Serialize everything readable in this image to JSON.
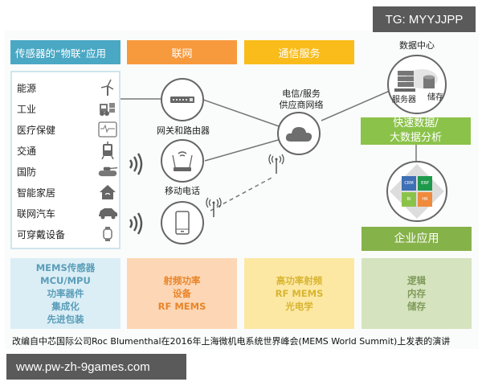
{
  "watermarks": {
    "top": "TG: MYYJJPP",
    "bottom": "www.pw-zh-9games.com"
  },
  "headers": {
    "sensor_apps": "传感器的“物联”应用",
    "networking": "联网",
    "telecom_services": "通信服务"
  },
  "applications": [
    {
      "label": "能源",
      "icon": "wind-turbine-icon"
    },
    {
      "label": "工业",
      "icon": "forklift-icon"
    },
    {
      "label": "医疗保健",
      "icon": "heart-monitor-icon"
    },
    {
      "label": "交通",
      "icon": "train-icon"
    },
    {
      "label": "国防",
      "icon": "tank-icon"
    },
    {
      "label": "智能家居",
      "icon": "smart-home-icon"
    },
    {
      "label": "联网汽车",
      "icon": "car-icon"
    },
    {
      "label": "可穿戴设备",
      "icon": "smartwatch-icon"
    }
  ],
  "network_nodes": {
    "gateway_label": "网关和路由器",
    "mobile_label": "移动电话",
    "telecom_label_line1": "电信/服务",
    "telecom_label_line2": "供应商网络"
  },
  "data_center": {
    "title": "数据中心",
    "server_label": "服务器",
    "storage_label": "储存"
  },
  "analytics": {
    "line1": "快速数据/",
    "line2": "大数据分析"
  },
  "enterprise": {
    "tiles": [
      "CRM",
      "ERP",
      "BI",
      "HR"
    ],
    "label": "企业应用"
  },
  "bottom_boxes": {
    "sensors": [
      "MEMS传感器",
      "MCU/MPU",
      "功率器件",
      "集成化",
      "先进包装"
    ],
    "networking": [
      "射频功率",
      "设备",
      "RF MEMS"
    ],
    "telecom": [
      "高功率射频",
      "RF MEMS",
      "光电学"
    ],
    "enterprise": [
      "逻辑",
      "内存",
      "储存"
    ]
  },
  "caption": "改编自中芯国际公司Roc Blumenthal在2016年上海微机电系统世界峰会(MEMS World Summit)上发表的演讲",
  "colors": {
    "blue_header": "#4aa8c4",
    "orange_header": "#f79a3e",
    "yellow_header": "#f9bc1a",
    "green": "#8bc34a",
    "crm": "#3f6fb5",
    "erp": "#1f9a4c",
    "bi": "#8bc34a",
    "hr": "#f08a3c"
  }
}
